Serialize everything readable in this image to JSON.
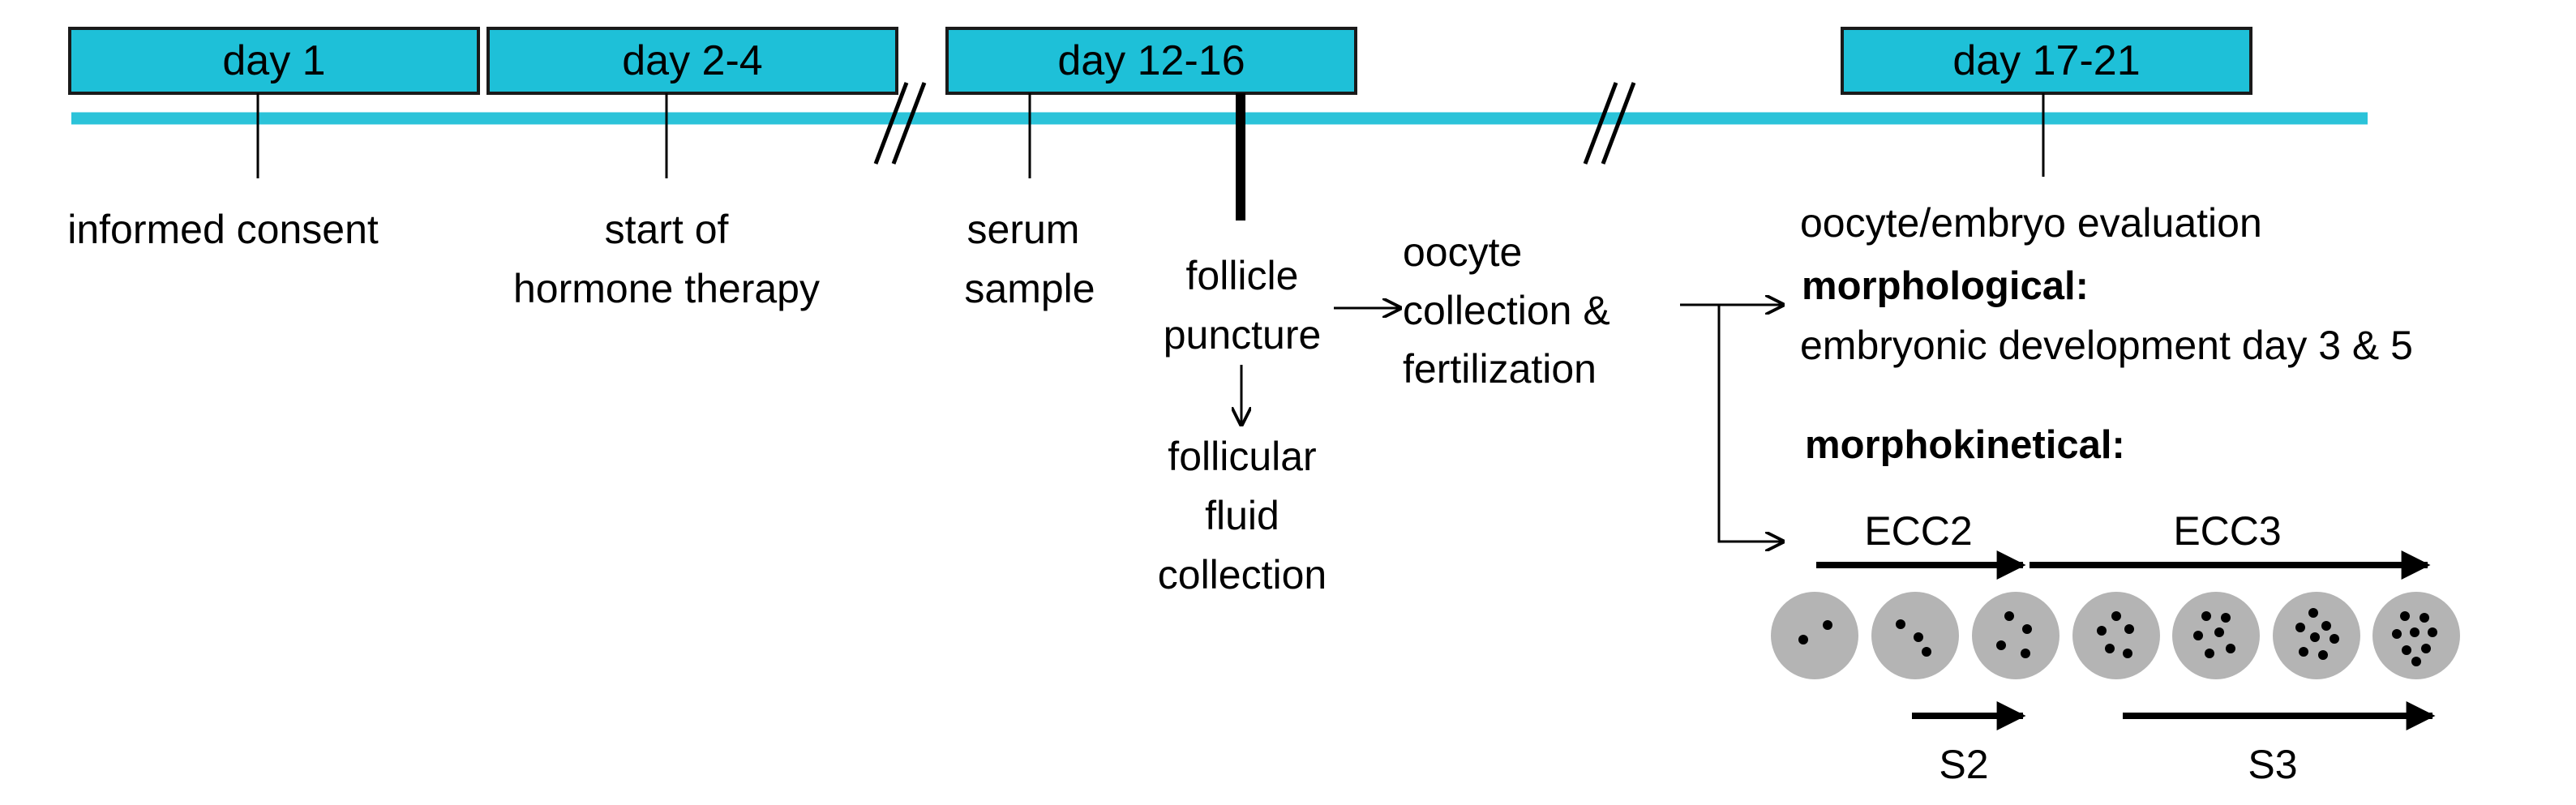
{
  "colors": {
    "timeline": "#2bc3d9",
    "day_box_fill": "#1ec0d8",
    "day_box_stroke": "#1a1a1a",
    "cell_fill": "#b4b4b4",
    "ink": "#000000"
  },
  "days": {
    "d1": "day 1",
    "d2": "day 2-4",
    "d3": "day 12-16",
    "d4": "day 17-21"
  },
  "events": {
    "consent": "informed consent",
    "hormone_1": "start of",
    "hormone_2": "hormone therapy",
    "serum_1": "serum",
    "serum_2": "sample",
    "puncture_1": "follicle",
    "puncture_2": "puncture",
    "fluid_1": "follicular",
    "fluid_2": "fluid",
    "fluid_3": "collection",
    "oocyte_1": "oocyte",
    "oocyte_2": "collection &",
    "oocyte_3": "fertilization"
  },
  "evaluation": {
    "title": "oocyte/embryo evaluation",
    "morph_heading": "morphological:",
    "morph_text": "embryonic development day 3 & 5",
    "kinetic_heading": "morphokinetical:",
    "ecc2": "ECC2",
    "ecc3": "ECC3",
    "s2": "S2",
    "s3": "S3"
  },
  "cells": {
    "nuclei_counts": [
      2,
      3,
      4,
      5,
      6,
      7,
      8
    ]
  }
}
